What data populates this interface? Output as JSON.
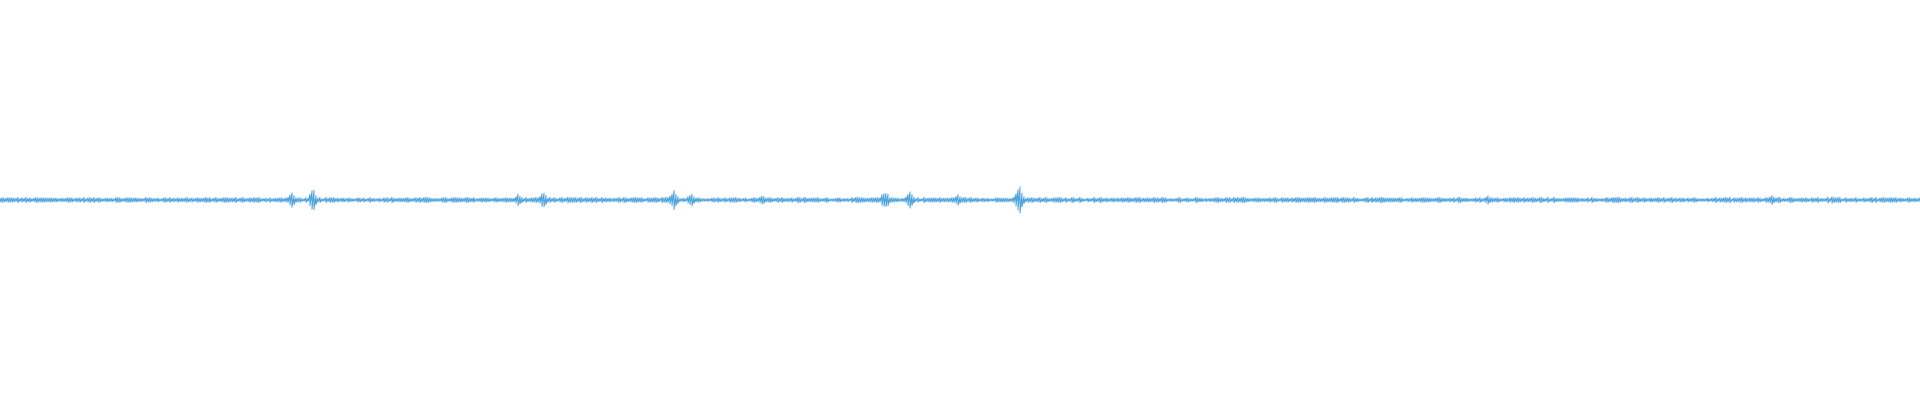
{
  "waveform": {
    "color": "#4fa3dc",
    "background": "#ffffff",
    "baseline_amplitude": 0.012,
    "noise_amplitude": 0.012,
    "sample_count": 960,
    "peaks": [
      {
        "position": 0.152,
        "amplitude": 0.038
      },
      {
        "position": 0.163,
        "amplitude": 0.056
      },
      {
        "position": 0.27,
        "amplitude": 0.03
      },
      {
        "position": 0.283,
        "amplitude": 0.046
      },
      {
        "position": 0.351,
        "amplitude": 0.056
      },
      {
        "position": 0.36,
        "amplitude": 0.036
      },
      {
        "position": 0.397,
        "amplitude": 0.026
      },
      {
        "position": 0.461,
        "amplitude": 0.05
      },
      {
        "position": 0.474,
        "amplitude": 0.044
      },
      {
        "position": 0.499,
        "amplitude": 0.03
      },
      {
        "position": 0.531,
        "amplitude": 0.072
      },
      {
        "position": 0.775,
        "amplitude": 0.02
      },
      {
        "position": 0.923,
        "amplitude": 0.024
      },
      {
        "position": 0.955,
        "amplitude": 0.018
      }
    ]
  }
}
